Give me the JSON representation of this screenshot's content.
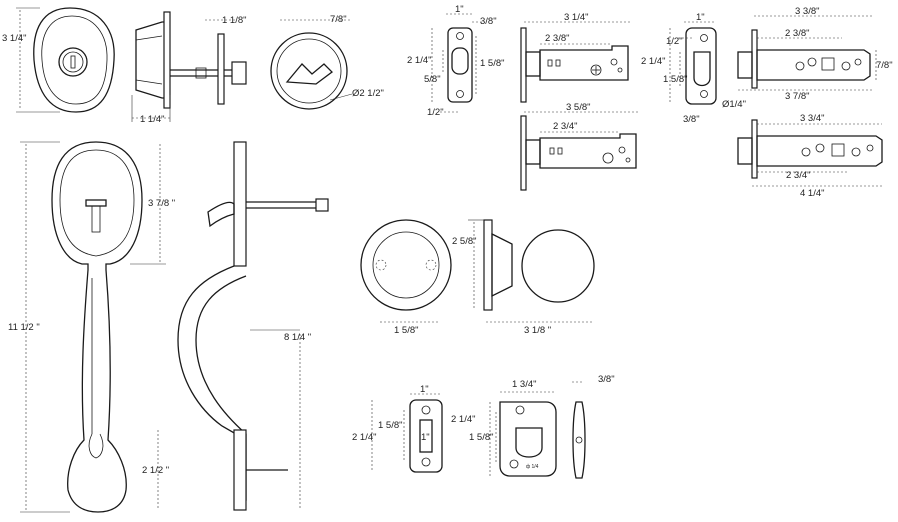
{
  "deadbolt": {
    "height": "3 1/4\"",
    "depth": "1 1/4\"",
    "thickness": "1 1/8\"",
    "cyl": "7/8\"",
    "dia": "Ø2 1/2\""
  },
  "strike_a": {
    "w": "1\"",
    "edge": "3/8\"",
    "h": "2 1/4\"",
    "slot": "5/8\"",
    "inner": "1 5/8\"",
    "offset": "1/2\""
  },
  "latch_a": {
    "len": "3 1/4\"",
    "back": "2 3/8\""
  },
  "latch_b": {
    "len": "3 5/8\"",
    "back": "2 3/4\""
  },
  "strike_b": {
    "w": "1\"",
    "edge": "1/2\"",
    "h": "2 1/4\"",
    "inner": "1 5/8\"",
    "bottom": "3/8\"",
    "hole": "Ø1/4\""
  },
  "bolt_a": {
    "len": "3 3/8\"",
    "back": "2 3/8\"",
    "face": "7/8\"",
    "total": "3 7/8\""
  },
  "bolt_b": {
    "len": "3 3/4\"",
    "back": "2 3/4\"",
    "total": "4 1/4\""
  },
  "handle": {
    "total": "11 1/2 \"",
    "top": "3 7/8 \"",
    "bottom": "2 1/2 \"",
    "side": "8 1/4 \""
  },
  "knob": {
    "dia": "2 5/8\"",
    "rose": "1 5/8\"",
    "proj": "3 1/8 \""
  },
  "strike_c": {
    "w": "1\"",
    "h": "2 1/4\"",
    "inner": "1 5/8\"",
    "slot": "1\""
  },
  "strike_d": {
    "w": "1 3/4\"",
    "h": "2 1/4\"",
    "inner": "1 5/8\"",
    "thick": "3/8\""
  }
}
